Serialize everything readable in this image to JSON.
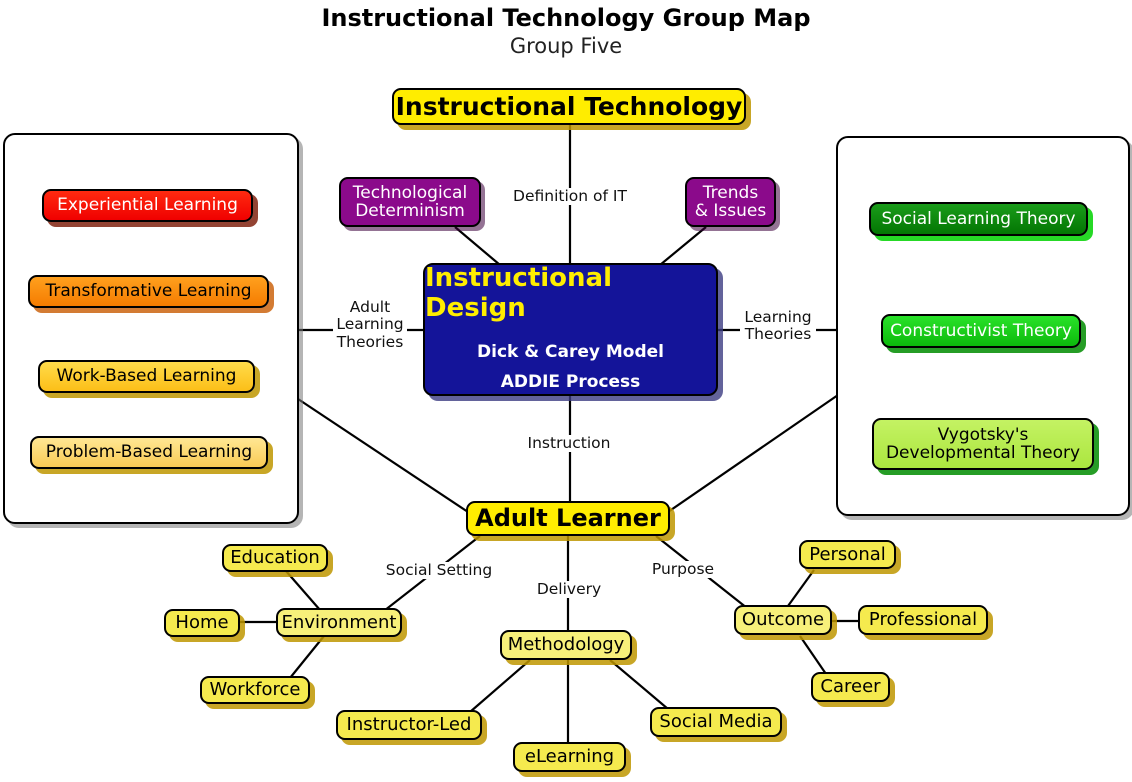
{
  "header": {
    "title": "Instructional Technology Group Map",
    "subtitle": "Group Five"
  },
  "root": {
    "label": "Instructional Technology"
  },
  "center": {
    "heading": "Instructional Design",
    "line1": "Dick & Carey Model",
    "line2": "ADDIE Process"
  },
  "adult_learner": {
    "label": "Adult Learner"
  },
  "purple_nodes": [
    {
      "label": "Technological\nDeterminism"
    },
    {
      "label": "Trends\n& Issues"
    }
  ],
  "edge_labels": [
    {
      "label": "Definition of IT"
    },
    {
      "label": "Adult\nLearning\nTheories"
    },
    {
      "label": "Learning\nTheories"
    },
    {
      "label": "Instruction"
    },
    {
      "label": "Social Setting"
    },
    {
      "label": "Delivery"
    },
    {
      "label": "Purpose"
    }
  ],
  "left_panel": {
    "items": [
      {
        "label": "Experiential Learning",
        "color": "#ff0000",
        "text_color": "#ffffff"
      },
      {
        "label": "Transformative Learning",
        "color": "#f98d0a",
        "text_color": "#000000"
      },
      {
        "label": "Work-Based Learning",
        "color": "#fcc523",
        "text_color": "#000000"
      },
      {
        "label": "Problem-Based Learning",
        "color": "#fbd36a",
        "text_color": "#000000"
      }
    ]
  },
  "right_panel": {
    "items": [
      {
        "label": "Social Learning Theory",
        "color": "#0a8a0a",
        "text_color": "#ffffff"
      },
      {
        "label": "Constructivist Theory",
        "color": "#17d317",
        "text_color": "#ffffff"
      },
      {
        "label": "Vygotsky's\nDevelopmental Theory",
        "color": "#b6ec4d",
        "text_color": "#000000"
      }
    ]
  },
  "environment_branch": {
    "hub": "Environment",
    "children": [
      "Education",
      "Home",
      "Workforce"
    ]
  },
  "methodology_branch": {
    "hub": "Methodology",
    "children": [
      "Instructor-Led",
      "eLearning",
      "Social Media"
    ]
  },
  "outcome_branch": {
    "hub": "Outcome",
    "children": [
      "Personal",
      "Professional",
      "Career"
    ]
  },
  "colors": {
    "accent_yellow": "#ffed00",
    "center_blue": "#141499",
    "purple": "#8b0a8b",
    "line": "#000000"
  }
}
